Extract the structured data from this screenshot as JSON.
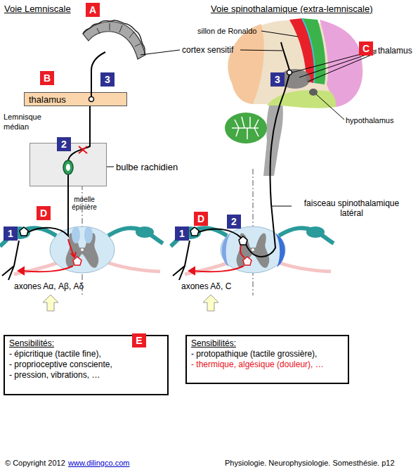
{
  "diagram": {
    "nodes": [
      {
        "text": [
          "thalamus"
        ]
      },
      {
        "text": [
          "bulbe rachidien"
        ]
      },
      {
        "text": [
          "Sensibilités:",
          "- épicritique (tactile fine),",
          "- proprioceptive consciente,",
          "- pression, vibrations, …"
        ]
      },
      {
        "text": [
          "Sensibilités:",
          "- protopathique (tactile grossière),",
          "- thermique, algésique (douleur), …"
        ]
      }
    ],
    "edges": [
      {
        "from": 1,
        "to": 0,
        "arrow": "none"
      }
    ],
    "labels": [
      "Voie Lemniscale",
      "A",
      "cortex sensitif",
      "3",
      "B",
      "Lemnisque médian",
      "2",
      "moelle épinière",
      "D",
      "1",
      "axones Aα, Aβ, Aδ",
      "Voie spinothalamique (extra-lemniscale)",
      "sillon de Ronaldo",
      "C",
      "thalamus",
      "3",
      "hypothalamus",
      "faisceau spinothalamique latéral",
      "D",
      "1",
      "2",
      "axones Aδ, C",
      "E",
      "© Copyright 2012",
      "www.dilingco.com",
      "Physiologie. Neurophysiologie. Somesthésie. p12"
    ]
  }
}
